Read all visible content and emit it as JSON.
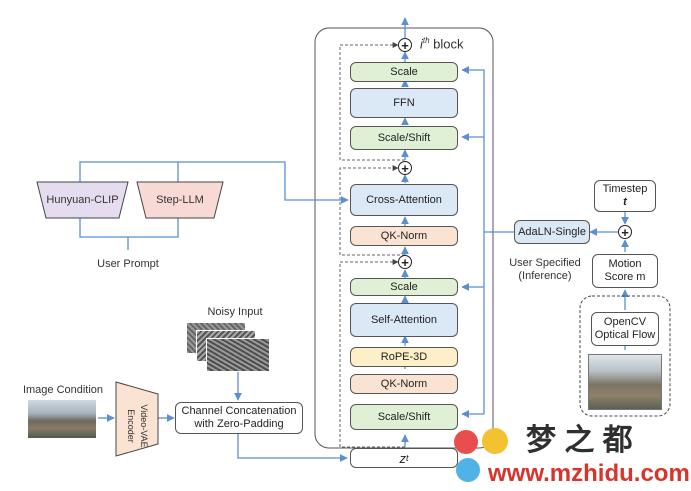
{
  "block": {
    "title": "i",
    "title_sup": "th",
    "title_suffix": " block"
  },
  "ffn_group": {
    "scale": "Scale",
    "ffn": "FFN",
    "scale_shift": "Scale/Shift"
  },
  "cross_group": {
    "cross_attention": "Cross-Attention",
    "qk_norm": "QK-Norm"
  },
  "self_group": {
    "scale": "Scale",
    "self_attention": "Self-Attention",
    "rope": "RoPE-3D",
    "qk_norm": "QK-Norm",
    "scale_shift": "Scale/Shift"
  },
  "latent": {
    "symbol": "z",
    "sub": "t"
  },
  "encoders": {
    "hunyuan_clip": "Hunyuan-CLIP",
    "step_llm": "Step-LLM",
    "user_prompt": "User Prompt"
  },
  "inputs": {
    "noisy_input": "Noisy Input",
    "image_condition": "Image Condition",
    "vae_encoder": "Video-VAE Encoder"
  },
  "concat": {
    "line1": "Channel Concatenation",
    "line2": "with Zero-Padding"
  },
  "conditioning": {
    "adaln": "AdaLN-Single",
    "timestep_line1": "Timestep",
    "timestep_line2": "t",
    "motion_line1": "Motion",
    "motion_line2": "Score m",
    "user_specified_line1": "User Specified",
    "user_specified_line2": "(Inference)",
    "opencv_line1": "OpenCV",
    "opencv_line2": "Optical Flow"
  },
  "watermark": {
    "cn": "梦 之 都",
    "url": "www.mzhidu.com"
  },
  "colors": {
    "green": "#dff0d5",
    "blue": "#dbe8f6",
    "peach": "#fbe3d3",
    "yellow": "#fdf0c8",
    "purple": "#e6dcf0",
    "pink": "#f9d9d6",
    "arrow": "#6a9ad2"
  }
}
